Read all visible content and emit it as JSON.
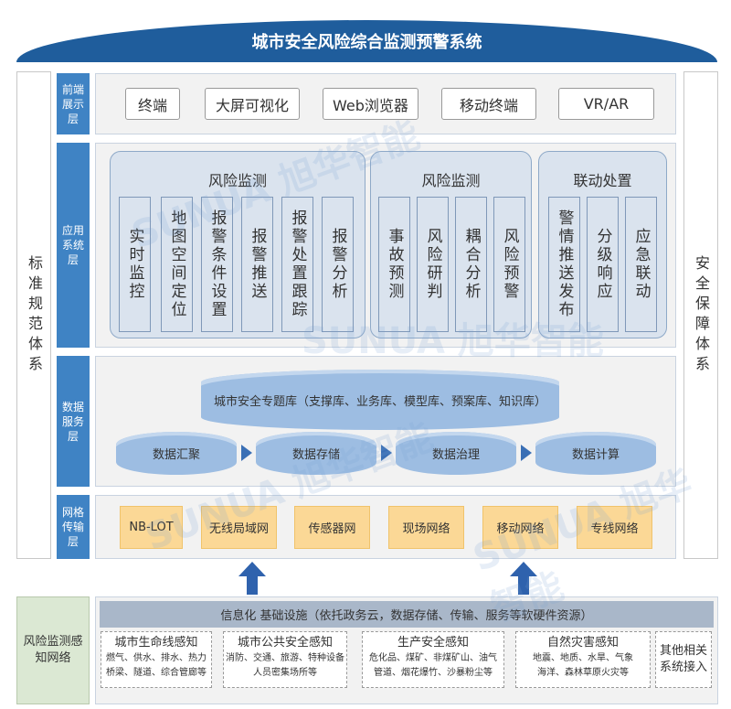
{
  "title": "城市安全风险综合监测预警系统",
  "left_side": "标准规范体系",
  "right_side": "安全保障体系",
  "layers": {
    "front": {
      "label": "前端展示层",
      "buttons": [
        "终端",
        "大屏可视化",
        "Web浏览器",
        "移动终端",
        "VR/AR"
      ]
    },
    "app": {
      "label": "应用系统层",
      "groups": [
        {
          "title": "风险监测",
          "items": [
            "实时监控",
            "地图空间定位",
            "报警条件设置",
            "报警推送",
            "报警处置跟踪",
            "报警分析"
          ]
        },
        {
          "title": "风险监测",
          "items": [
            "事故预测",
            "风险研判",
            "耦合分析",
            "风险预警"
          ]
        },
        {
          "title": "联动处置",
          "items": [
            "警情推送发布",
            "分级响应",
            "应急联动"
          ]
        }
      ]
    },
    "data": {
      "label": "数据服务层",
      "main_db": "城市安全专题库（支撑库、业务库、模型库、预案库、知识库）",
      "pipeline": [
        "数据汇聚",
        "数据存储",
        "数据治理",
        "数据计算"
      ]
    },
    "network": {
      "label": "网格传输层",
      "items": [
        "NB-LOT",
        "无线局域网",
        "传感器网",
        "现场网络",
        "移动网络",
        "专线网络"
      ]
    }
  },
  "perception": {
    "label": "风险监测感知网络",
    "infra": "信息化 基础设施（依托政务云，数据存储、传输、服务等软硬件资源）",
    "boxes": [
      {
        "title": "城市生命线感知",
        "lines": [
          "燃气、供水、排水、热力",
          "桥梁、隧道、综合管廊等"
        ]
      },
      {
        "title": "城市公共安全感知",
        "lines": [
          "消防、交通、旅游、特种设备",
          "人员密集场所等"
        ]
      },
      {
        "title": "生产安全感知",
        "lines": [
          "危化品、煤矿、非煤矿山、油气",
          "管道、烟花爆竹、沙暴粉尘等"
        ]
      },
      {
        "title": "自然灾害感知",
        "lines": [
          "地震、地质、水旱、气象",
          "海洋、森林草原火灾等"
        ]
      },
      {
        "title": "其他相关系统接入",
        "lines": []
      }
    ]
  },
  "watermark": "SUNUA 旭华智能"
}
